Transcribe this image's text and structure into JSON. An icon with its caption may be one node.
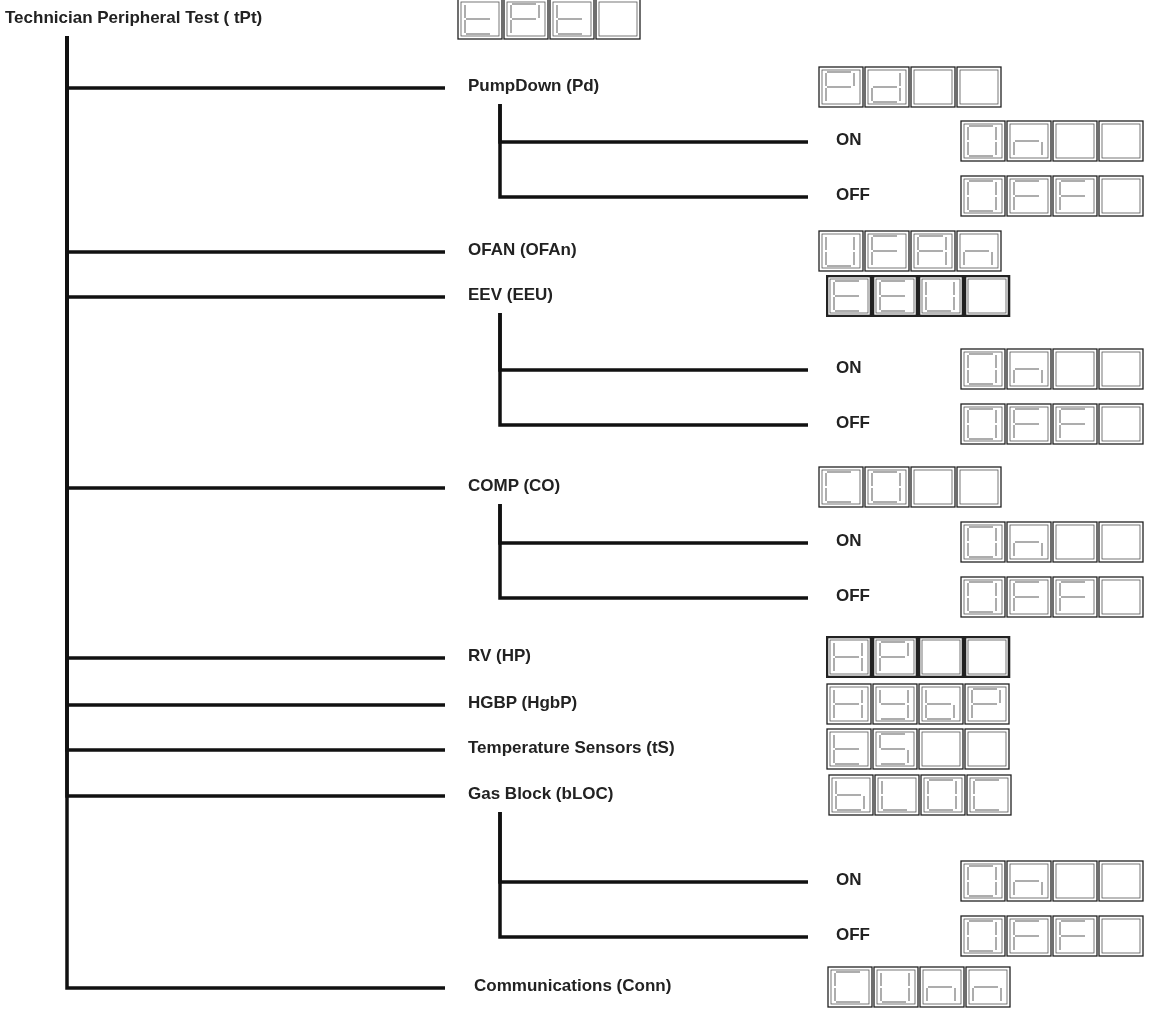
{
  "diagram": {
    "nodes": [
      {
        "text": [
          "Technician Peripheral Test ( tPt)"
        ]
      },
      {
        "text": [
          "PumpDown (Pd)"
        ]
      },
      {
        "text": [
          "ON"
        ]
      },
      {
        "text": [
          "OFF"
        ]
      },
      {
        "text": [
          "OFAN (OFAn)"
        ]
      },
      {
        "text": [
          "EEV (EEU)"
        ]
      },
      {
        "text": [
          "ON"
        ]
      },
      {
        "text": [
          "OFF"
        ]
      },
      {
        "text": [
          "COMP (CO)"
        ]
      },
      {
        "text": [
          "ON"
        ]
      },
      {
        "text": [
          "OFF"
        ]
      },
      {
        "text": [
          "RV (HP)"
        ]
      },
      {
        "text": [
          "HGBP (HgbP)"
        ]
      },
      {
        "text": [
          "Temperature Sensors (tS)"
        ]
      },
      {
        "text": [
          "Gas Block (bLOC)"
        ]
      },
      {
        "text": [
          "ON"
        ]
      },
      {
        "text": [
          "OFF"
        ]
      },
      {
        "text": [
          "Communications (Conn)"
        ]
      }
    ],
    "edges": [
      {
        "from": 0,
        "to": 1,
        "arrow": "none"
      },
      {
        "from": 1,
        "to": 2,
        "arrow": "none"
      },
      {
        "from": 1,
        "to": 3,
        "arrow": "none"
      },
      {
        "from": 0,
        "to": 4,
        "arrow": "none"
      },
      {
        "from": 0,
        "to": 5,
        "arrow": "none"
      },
      {
        "from": 5,
        "to": 6,
        "arrow": "none"
      },
      {
        "from": 5,
        "to": 7,
        "arrow": "none"
      },
      {
        "from": 0,
        "to": 8,
        "arrow": "none"
      },
      {
        "from": 8,
        "to": 9,
        "arrow": "none"
      },
      {
        "from": 8,
        "to": 10,
        "arrow": "none"
      },
      {
        "from": 0,
        "to": 11,
        "arrow": "none"
      },
      {
        "from": 0,
        "to": 12,
        "arrow": "none"
      },
      {
        "from": 0,
        "to": 13,
        "arrow": "none"
      },
      {
        "from": 0,
        "to": 14,
        "arrow": "none"
      },
      {
        "from": 14,
        "to": 15,
        "arrow": "none"
      },
      {
        "from": 14,
        "to": 16,
        "arrow": "none"
      },
      {
        "from": 0,
        "to": 17,
        "arrow": "none"
      }
    ]
  }
}
